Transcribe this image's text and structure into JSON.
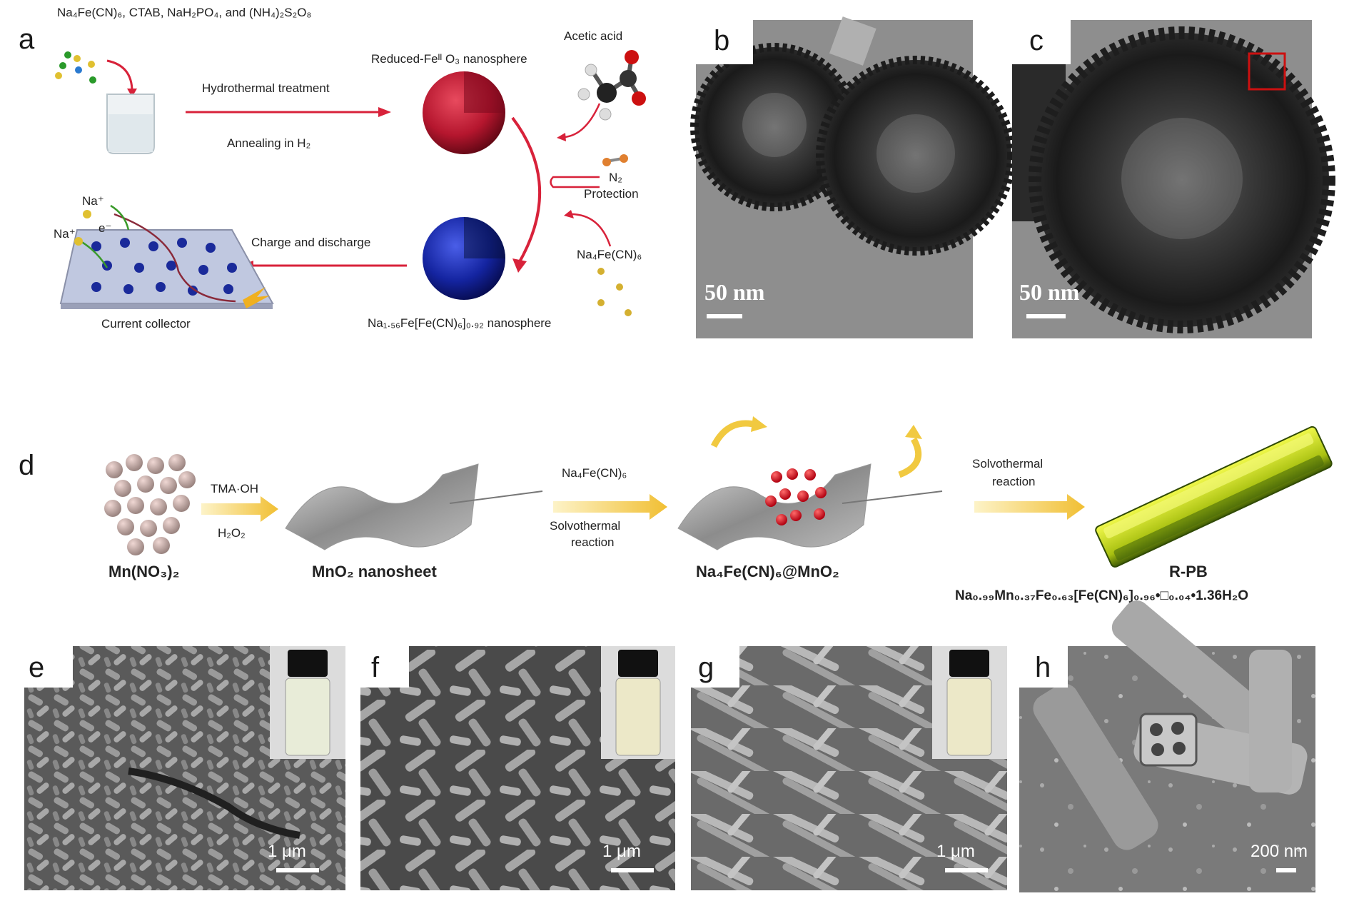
{
  "panel_labels": {
    "a": "a",
    "b": "b",
    "c": "c",
    "d": "d",
    "e": "e",
    "f": "f",
    "g": "g",
    "h": "h"
  },
  "panel_a": {
    "reagents": "Na₄Fe(CN)₆, CTAB, NaH₂PO₄, and (NH₄)₂S₂O₈",
    "step1": "Hydrothermal treatment",
    "step2": "Annealing in H₂",
    "reduced_sphere": "Reduced-Feᴵᴵ O₃ nanosphere",
    "acetic_acid": "Acetic acid",
    "n2": "N₂",
    "protection": "Protection",
    "na4fecn6": "Na₄Fe(CN)₆",
    "charge": "Charge and discharge",
    "product_sphere": "Na₁.₅₆Fe[Fe(CN)₆]₀.₉₂ nanosphere",
    "collector": "Current collector",
    "na1": "Na⁺",
    "na2": "Na⁺",
    "electron": "e⁻"
  },
  "panel_b": {
    "scalebar": "50 nm"
  },
  "panel_c": {
    "scalebar": "50 nm"
  },
  "panel_d": {
    "start": "Mn(NO₃)₂",
    "reagent1": "TMA·OH",
    "reagent2": "H₂O₂",
    "sheet": "MnO₂ nanosheet",
    "reagent3": "Na₄Fe(CN)₆",
    "reagent4a": "Solvothermal",
    "reagent4b": "reaction",
    "intermediate": "Na₄Fe(CN)₆@MnO₂",
    "reagent5a": "Solvothermal",
    "reagent5b": "reaction",
    "product": "R-PB",
    "formula": "Na₀.₉₉Mn₀.₃₇Fe₀.₆₃[Fe(CN)₆]₀.₉₆•□₀.₀₄•1.36H₂O"
  },
  "panel_e": {
    "scalebar": "1 μm"
  },
  "panel_f": {
    "scalebar": "1 μm"
  },
  "panel_g": {
    "scalebar": "1 μm"
  },
  "panel_h": {
    "scalebar": "200 nm"
  },
  "colors": {
    "arrow_red": "#d8223a",
    "sphere_red": "#c41e3a",
    "sphere_blue": "#1a2ea8",
    "arrow_yellow": "#f3c94a",
    "rod_yellow": "#d8ea1e"
  }
}
